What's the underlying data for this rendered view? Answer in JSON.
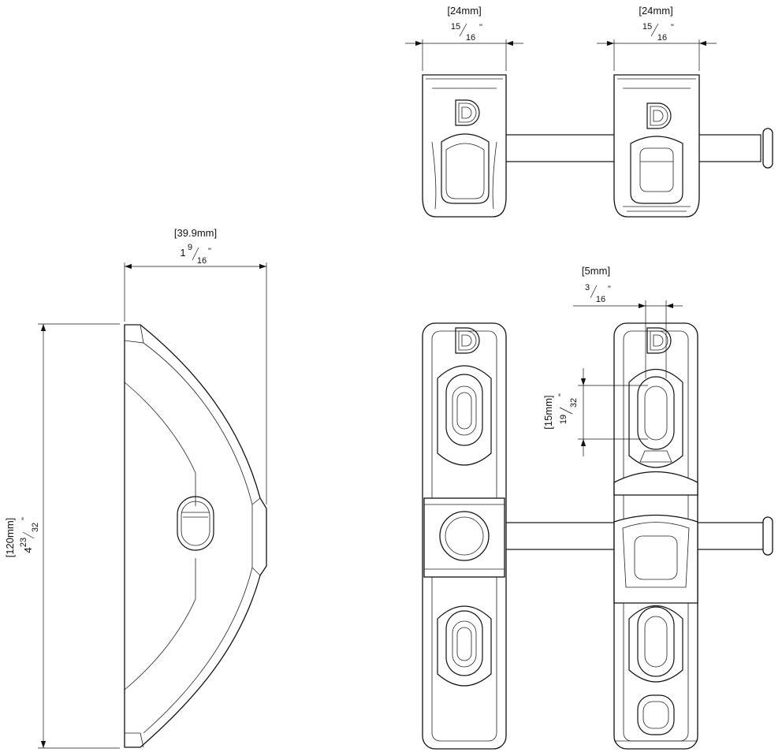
{
  "dimensions": {
    "top_left_width": {
      "metric": "24mm",
      "numerator": "15",
      "denominator": "16",
      "unit": "\""
    },
    "top_right_width": {
      "metric": "24mm",
      "numerator": "15",
      "denominator": "16",
      "unit": "\""
    },
    "side_depth": {
      "metric": "39.9mm",
      "whole": "1",
      "numerator": "9",
      "denominator": "16",
      "unit": "\""
    },
    "side_height": {
      "metric": "120mm",
      "whole": "4",
      "numerator": "23",
      "denominator": "32",
      "unit": "\""
    },
    "slot_width": {
      "metric": "5mm",
      "numerator": "3",
      "denominator": "16",
      "unit": "\""
    },
    "slot_length": {
      "metric": "15mm",
      "numerator": "19",
      "denominator": "32",
      "unit": "\""
    }
  },
  "colors": {
    "line": "#111111",
    "background": "#ffffff"
  },
  "icons": [
    "logo-d-mark-icon"
  ]
}
